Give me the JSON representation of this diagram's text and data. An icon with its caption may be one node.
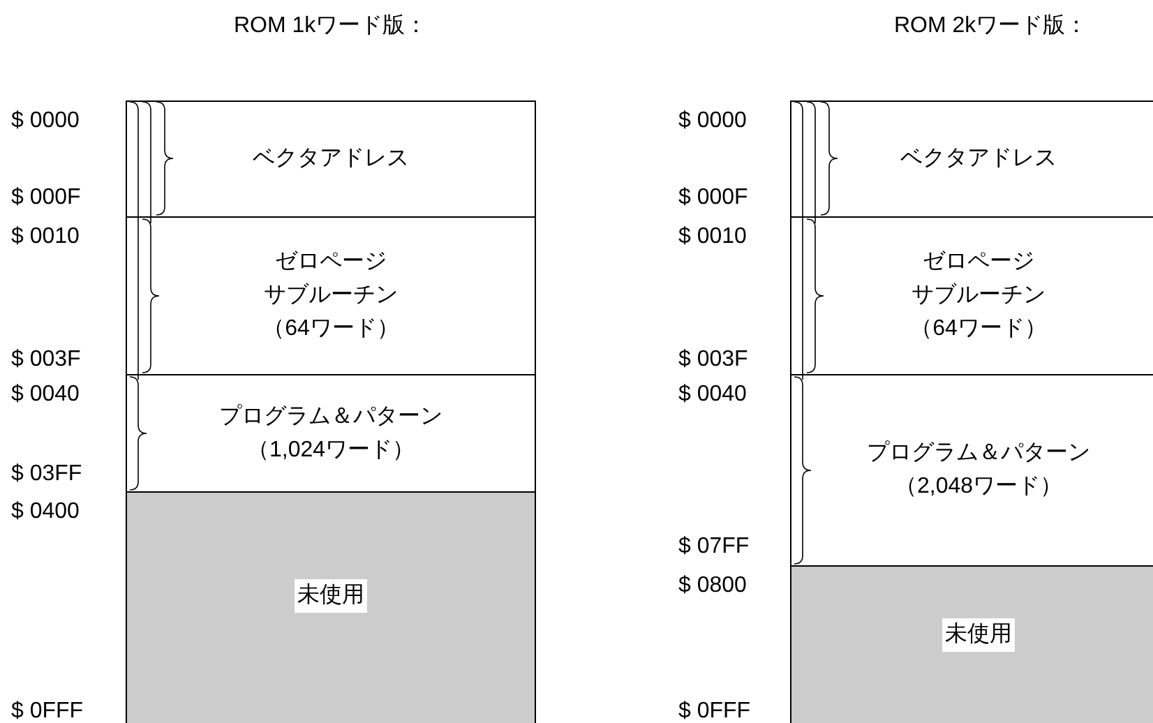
{
  "diagram": {
    "nodes": [
      {
        "text": [
          "ベクタアドレス"
        ]
      },
      {
        "text": [
          "ゼロページ",
          "サブルーチン",
          "（64ワード）"
        ]
      },
      {
        "text": [
          "プログラム＆パターン",
          "（1,024ワード）"
        ]
      },
      {
        "text": [
          "未使用"
        ]
      },
      {
        "text": [
          "ベクタアドレス"
        ]
      },
      {
        "text": [
          "ゼロページ",
          "サブルーチン",
          "（64ワード）"
        ]
      },
      {
        "text": [
          "プログラム＆パターン",
          "（2,048ワード）"
        ]
      },
      {
        "text": [
          "未使用"
        ]
      }
    ],
    "edges": [],
    "labels": [
      "ROM 1kワード版：",
      "ROM 2kワード版：",
      "$ 0000",
      "$ 000F",
      "$ 0010",
      "$ 003F",
      "$ 0040",
      "$ 03FF",
      "$ 0400",
      "$ 0FFF",
      "$ 0000",
      "$ 000F",
      "$ 0010",
      "$ 003F",
      "$ 0040",
      "$ 07FF",
      "$ 0800",
      "$ 0FFF"
    ]
  }
}
